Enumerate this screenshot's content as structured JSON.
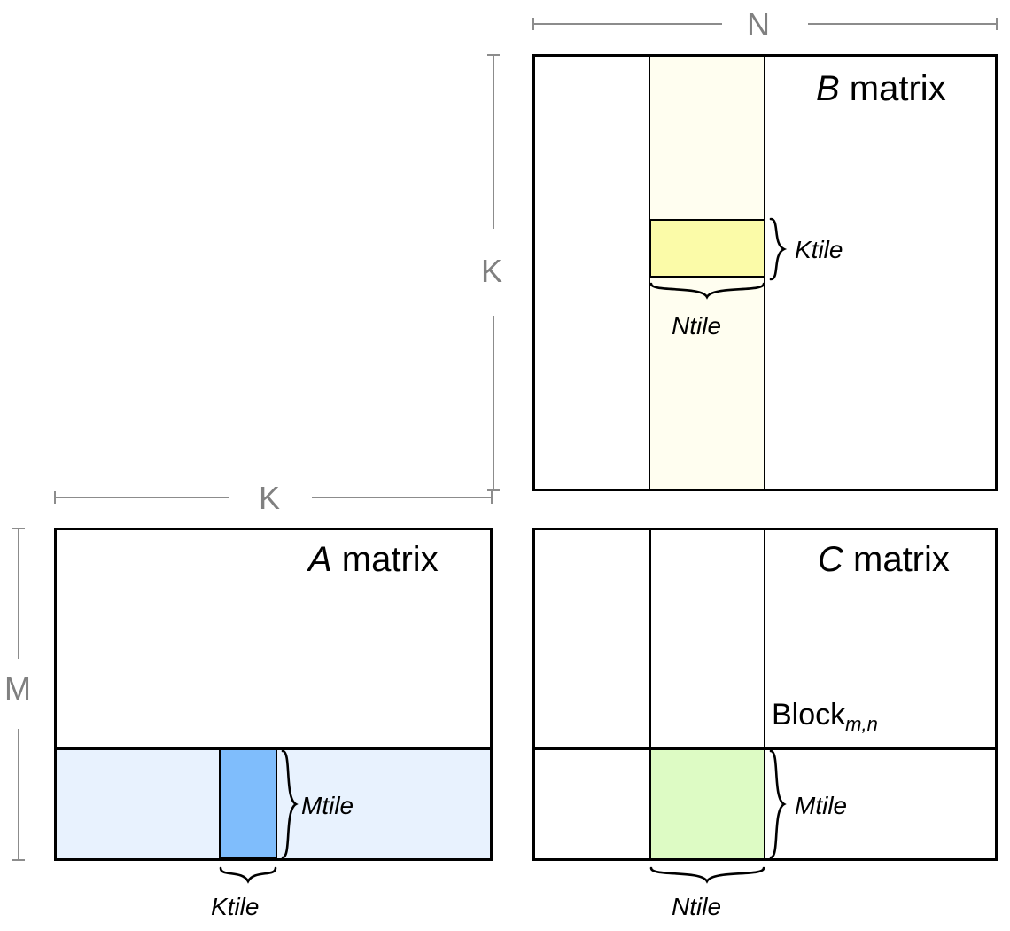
{
  "diagram": {
    "title_hidden": "GEMM tiling diagram",
    "matrices": {
      "a": {
        "label_italic": "A",
        "label_rest": " matrix"
      },
      "b": {
        "label_italic": "B",
        "label_rest": " matrix"
      },
      "c": {
        "label_italic": "C",
        "label_rest": " matrix"
      }
    },
    "dimensions": {
      "n": "N",
      "k_vertical": "K",
      "k_horizontal": "K",
      "m": "M"
    },
    "tiles": {
      "ktile_b": "Ktile",
      "ntile_b": "Ntile",
      "mtile_a": "Mtile",
      "ktile_a": "Ktile",
      "mtile_c": "Mtile",
      "ntile_c": "Ntile"
    },
    "block": {
      "name": "Block",
      "subscript": "m,n"
    },
    "colors": {
      "outline": "#000000",
      "dimension_gray": "#808080",
      "b_column_strip": "#FFFEF0",
      "b_ktile": "#FBFBA8",
      "a_row_strip": "#E8F2FE",
      "a_ktile": "#7FBDFC",
      "c_block": "#DDFBC4",
      "background": "#FFFFFF"
    }
  }
}
